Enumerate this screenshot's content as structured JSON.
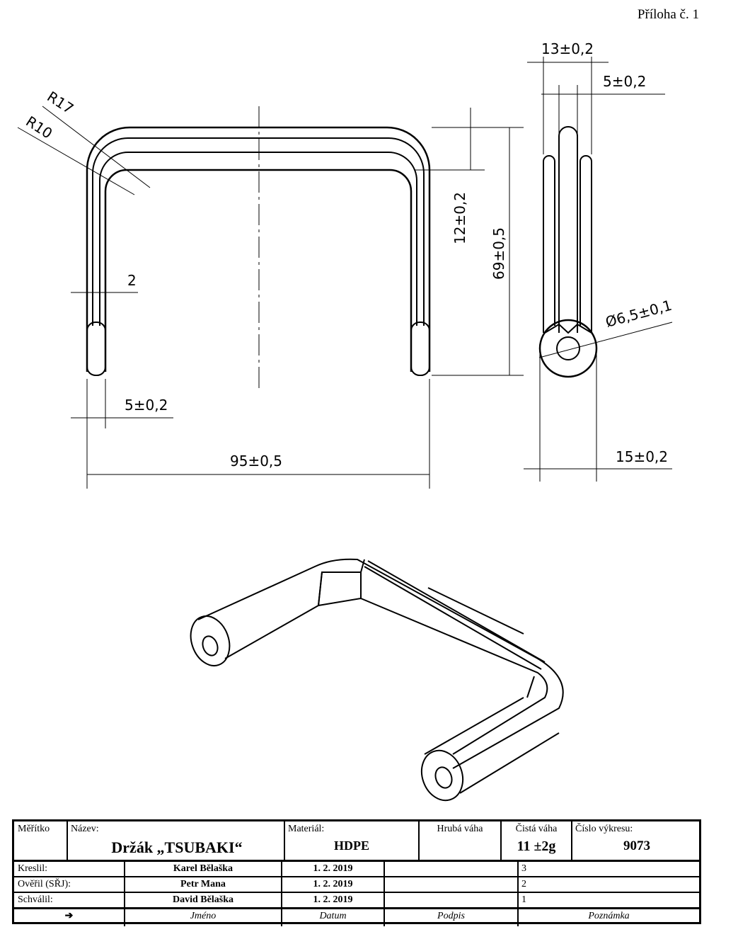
{
  "annex_label": "Příloha č. 1",
  "dimensions": {
    "r17": "R17",
    "r10": "R10",
    "wall": "2",
    "leg_width": "5±0,2",
    "overall_width": "95±0,5",
    "bar_height": "12±0,2",
    "overall_height": "69±0,5",
    "side_width": "13±0,2",
    "pin_width": "5±0,2",
    "hole_diameter": "Ø6,5±0,1",
    "eye_width": "15±0,2"
  },
  "title_block": {
    "scale_label": "Měřítko",
    "name_label": "Název:",
    "name_value": "Držák „TSUBAKI“",
    "material_label": "Materiál:",
    "material_value": "HDPE",
    "gross_weight_label": "Hrubá váha",
    "net_weight_label": "Čistá váha",
    "net_weight_value": "11 ±2g",
    "drawing_number_label": "Číslo výkresu:",
    "drawing_number_value": "9073",
    "rows": [
      {
        "role": "Kreslil:",
        "name": "Karel Bělaška",
        "date": "1. 2. 2019",
        "signature": "",
        "note": "3"
      },
      {
        "role": "Ověřil (SŘJ):",
        "name": "Petr Mana",
        "date": "1. 2. 2019",
        "signature": "",
        "note": "2"
      },
      {
        "role": "Schválil:",
        "name": "David Bělaška",
        "date": "1. 2. 2019",
        "signature": "",
        "note": "1"
      }
    ],
    "footer": {
      "arrow": "➔",
      "name": "Jméno",
      "date": "Datum",
      "signature": "Podpis",
      "note": "Poznámka"
    }
  }
}
